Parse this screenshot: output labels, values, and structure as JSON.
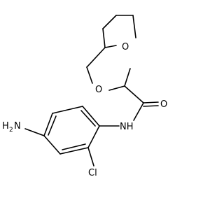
{
  "molecule": {
    "atoms": {
      "ring_oxygen": "O",
      "ether_oxygen": "O",
      "carbonyl_oxygen": "O",
      "amide_nitrogen": "NH",
      "chlorine": "Cl",
      "amine_main": "H",
      "amine_sub": "2",
      "amine_n": "N"
    }
  }
}
